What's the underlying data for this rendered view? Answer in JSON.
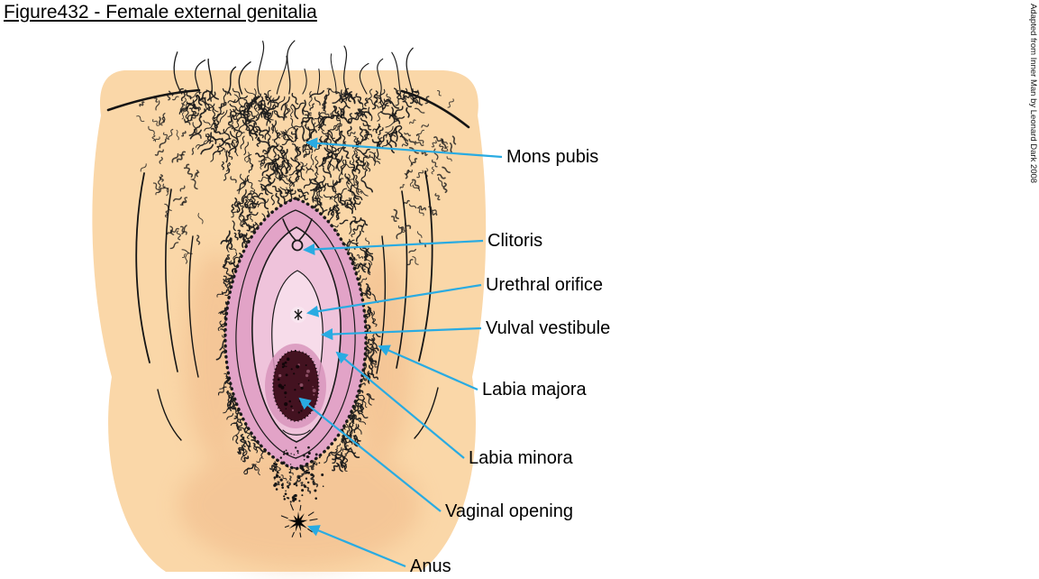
{
  "figure": {
    "title": "Figure432 - Female external genitalia",
    "attribution": "Adapted from Inner Man by Leonard Dark 2008"
  },
  "colors": {
    "arrow_cyan": "#29ABE2",
    "skin_peach": "#FAD7A8",
    "labia_majora_pink": "#E2A3C7",
    "labia_minora_pink": "#EFC3DB",
    "vestibule_pink": "#F7DCEA",
    "vaginal_opening_maroon": "#431220",
    "outline_black": "#1A1A1A"
  },
  "annotations": [
    {
      "id": "mons-pubis",
      "label": "Mons pubis"
    },
    {
      "id": "clitoris",
      "label": "Clitoris"
    },
    {
      "id": "urethral-orifice",
      "label": "Urethral orifice"
    },
    {
      "id": "vulval-vestibule",
      "label": "Vulval vestibule"
    },
    {
      "id": "labia-majora",
      "label": "Labia majora"
    },
    {
      "id": "labia-minora",
      "label": "Labia minora"
    },
    {
      "id": "vaginal-opening",
      "label": "Vaginal opening"
    },
    {
      "id": "anus",
      "label": "Anus"
    }
  ]
}
